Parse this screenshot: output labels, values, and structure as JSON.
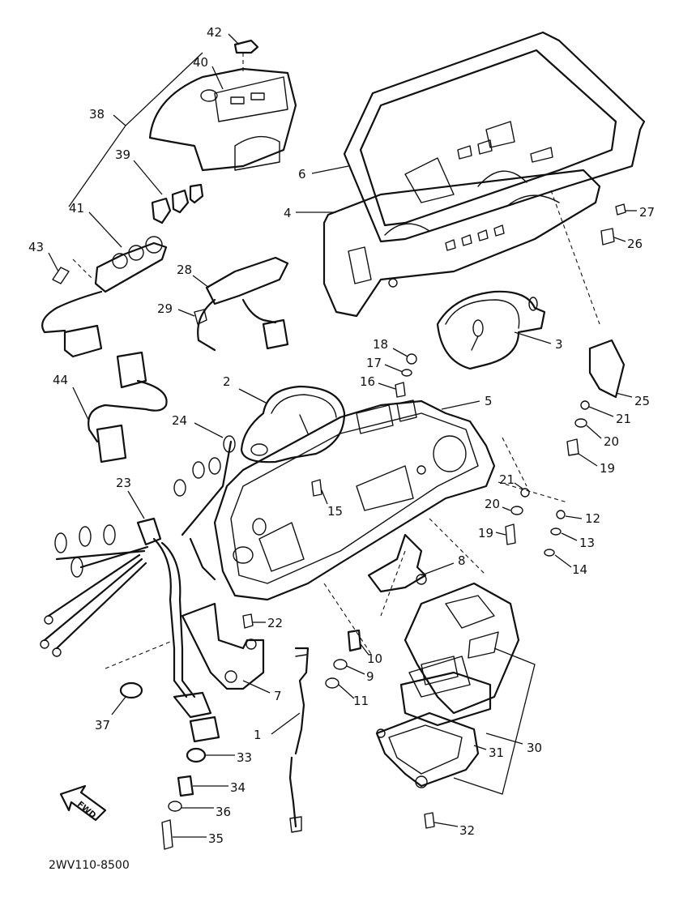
{
  "diagram_code": "2WV110-8500",
  "fwd_label": "FWD",
  "callouts": {
    "n1": "1",
    "n2": "2",
    "n3": "3",
    "n4": "4",
    "n5": "5",
    "n6": "6",
    "n7": "7",
    "n8": "8",
    "n9": "9",
    "n10": "10",
    "n11": "11",
    "n12": "12",
    "n13": "13",
    "n14": "14",
    "n15": "15",
    "n16": "16",
    "n17": "17",
    "n18": "18",
    "n19a": "19",
    "n19b": "19",
    "n20a": "20",
    "n20b": "20",
    "n21a": "21",
    "n21b": "21",
    "n22": "22",
    "n23": "23",
    "n24": "24",
    "n25": "25",
    "n26": "26",
    "n27": "27",
    "n28": "28",
    "n29": "29",
    "n30": "30",
    "n31": "31",
    "n32": "32",
    "n33": "33",
    "n34": "34",
    "n35": "35",
    "n36": "36",
    "n37": "37",
    "n38": "38",
    "n39": "39",
    "n40": "40",
    "n41": "41",
    "n42": "42",
    "n43": "43",
    "n44": "44"
  }
}
